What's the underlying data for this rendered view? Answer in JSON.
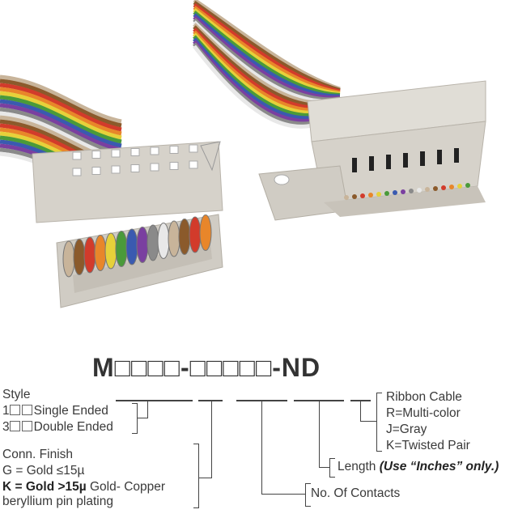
{
  "part_number": {
    "title": "M□□□□-□□□□□-ND"
  },
  "style": {
    "heading": "Style",
    "single_prefix": "1",
    "single": "Single Ended",
    "double_prefix": "3",
    "double": "Double Ended"
  },
  "conn_finish": {
    "heading": "Conn. Finish",
    "g": "G = Gold ≤15µ",
    "k_bold": "K = Gold >15µ",
    "k_rest": " Gold- Copper",
    "k_cont": "beryllium pin plating"
  },
  "contacts": {
    "label": "No. Of Contacts"
  },
  "length": {
    "label": "Length ",
    "note": "(Use “Inches” only.)"
  },
  "ribbon": {
    "heading": "Ribbon Cable",
    "r": "R=Multi-color",
    "j": "J=Gray",
    "k": "K=Twisted Pair"
  },
  "colors": {
    "connector": "#d8d4cc",
    "cable": [
      "#c8b49a",
      "#8b5a2b",
      "#d23b2b",
      "#e8862a",
      "#e6d13a",
      "#4a9a3a",
      "#3a5ab0",
      "#7a3fa0",
      "#8a8a8a",
      "#e8e8e8"
    ]
  }
}
